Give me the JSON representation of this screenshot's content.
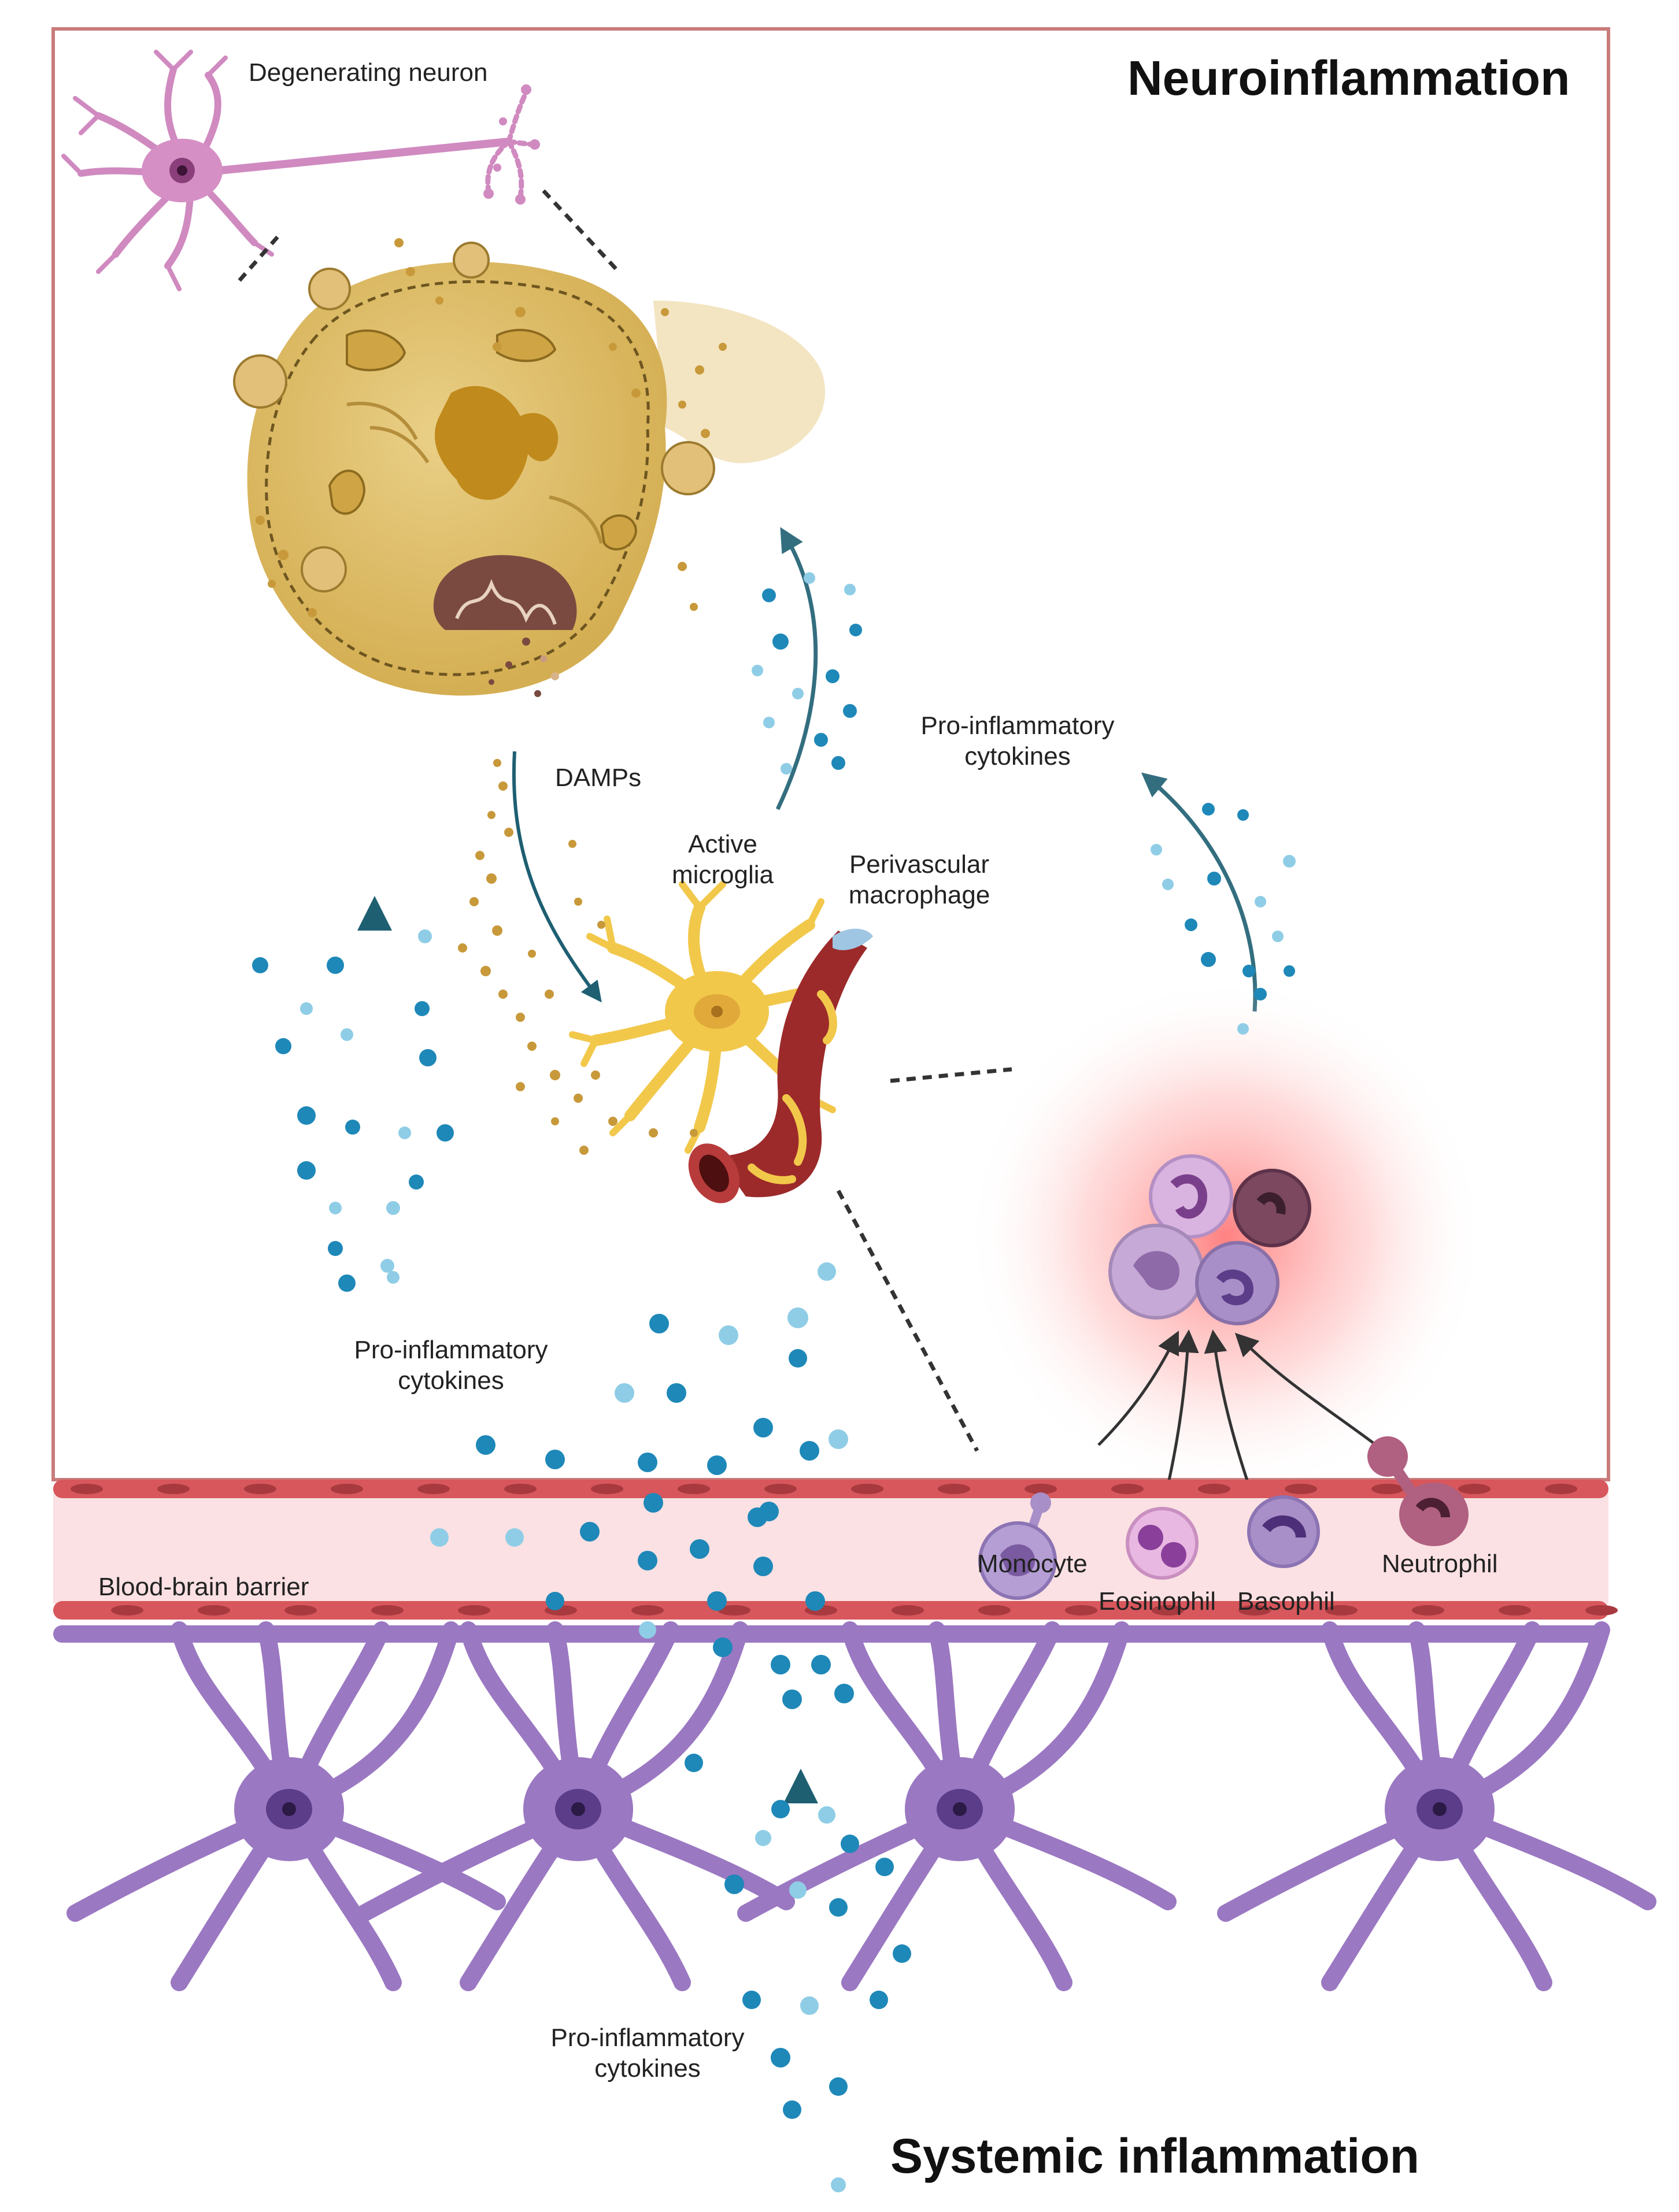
{
  "titles": {
    "top": "Neuroinflammation",
    "bottom": "Systemic inflammation"
  },
  "labels": {
    "degenerating_neuron": "Degenerating neuron",
    "damps": "DAMPs",
    "active_microglia": [
      "Active",
      "microglia"
    ],
    "perivascular_macrophage": [
      "Perivascular",
      "macrophage"
    ],
    "cytokines_right": [
      "Pro-inflammatory",
      "cytokines"
    ],
    "cytokines_left": [
      "Pro-inflammatory",
      "cytokines"
    ],
    "cytokines_bottom": [
      "Pro-inflammatory",
      "cytokines"
    ],
    "bbb": "Blood-brain barrier",
    "monocyte": "Monocyte",
    "eosinophil": "Eosinophil",
    "basophil": "Basophil",
    "neutrophil": "Neutrophil"
  },
  "colors": {
    "frame": "#c97b7b",
    "cytokine_dark": "#1e88b8",
    "cytokine_light": "#8fcde6",
    "arrow": "#1e5f72",
    "astrocyte": "#9b78c2",
    "astrocyte_nucleus": "#5b3d8a",
    "barrier_fill": "#fbe1e3",
    "endothelium": "#d7575c",
    "neuron": "#d08ac0",
    "dying_cell": "#d9b865",
    "microglia": "#f2c84b",
    "vessel": "#9c2a2a"
  }
}
